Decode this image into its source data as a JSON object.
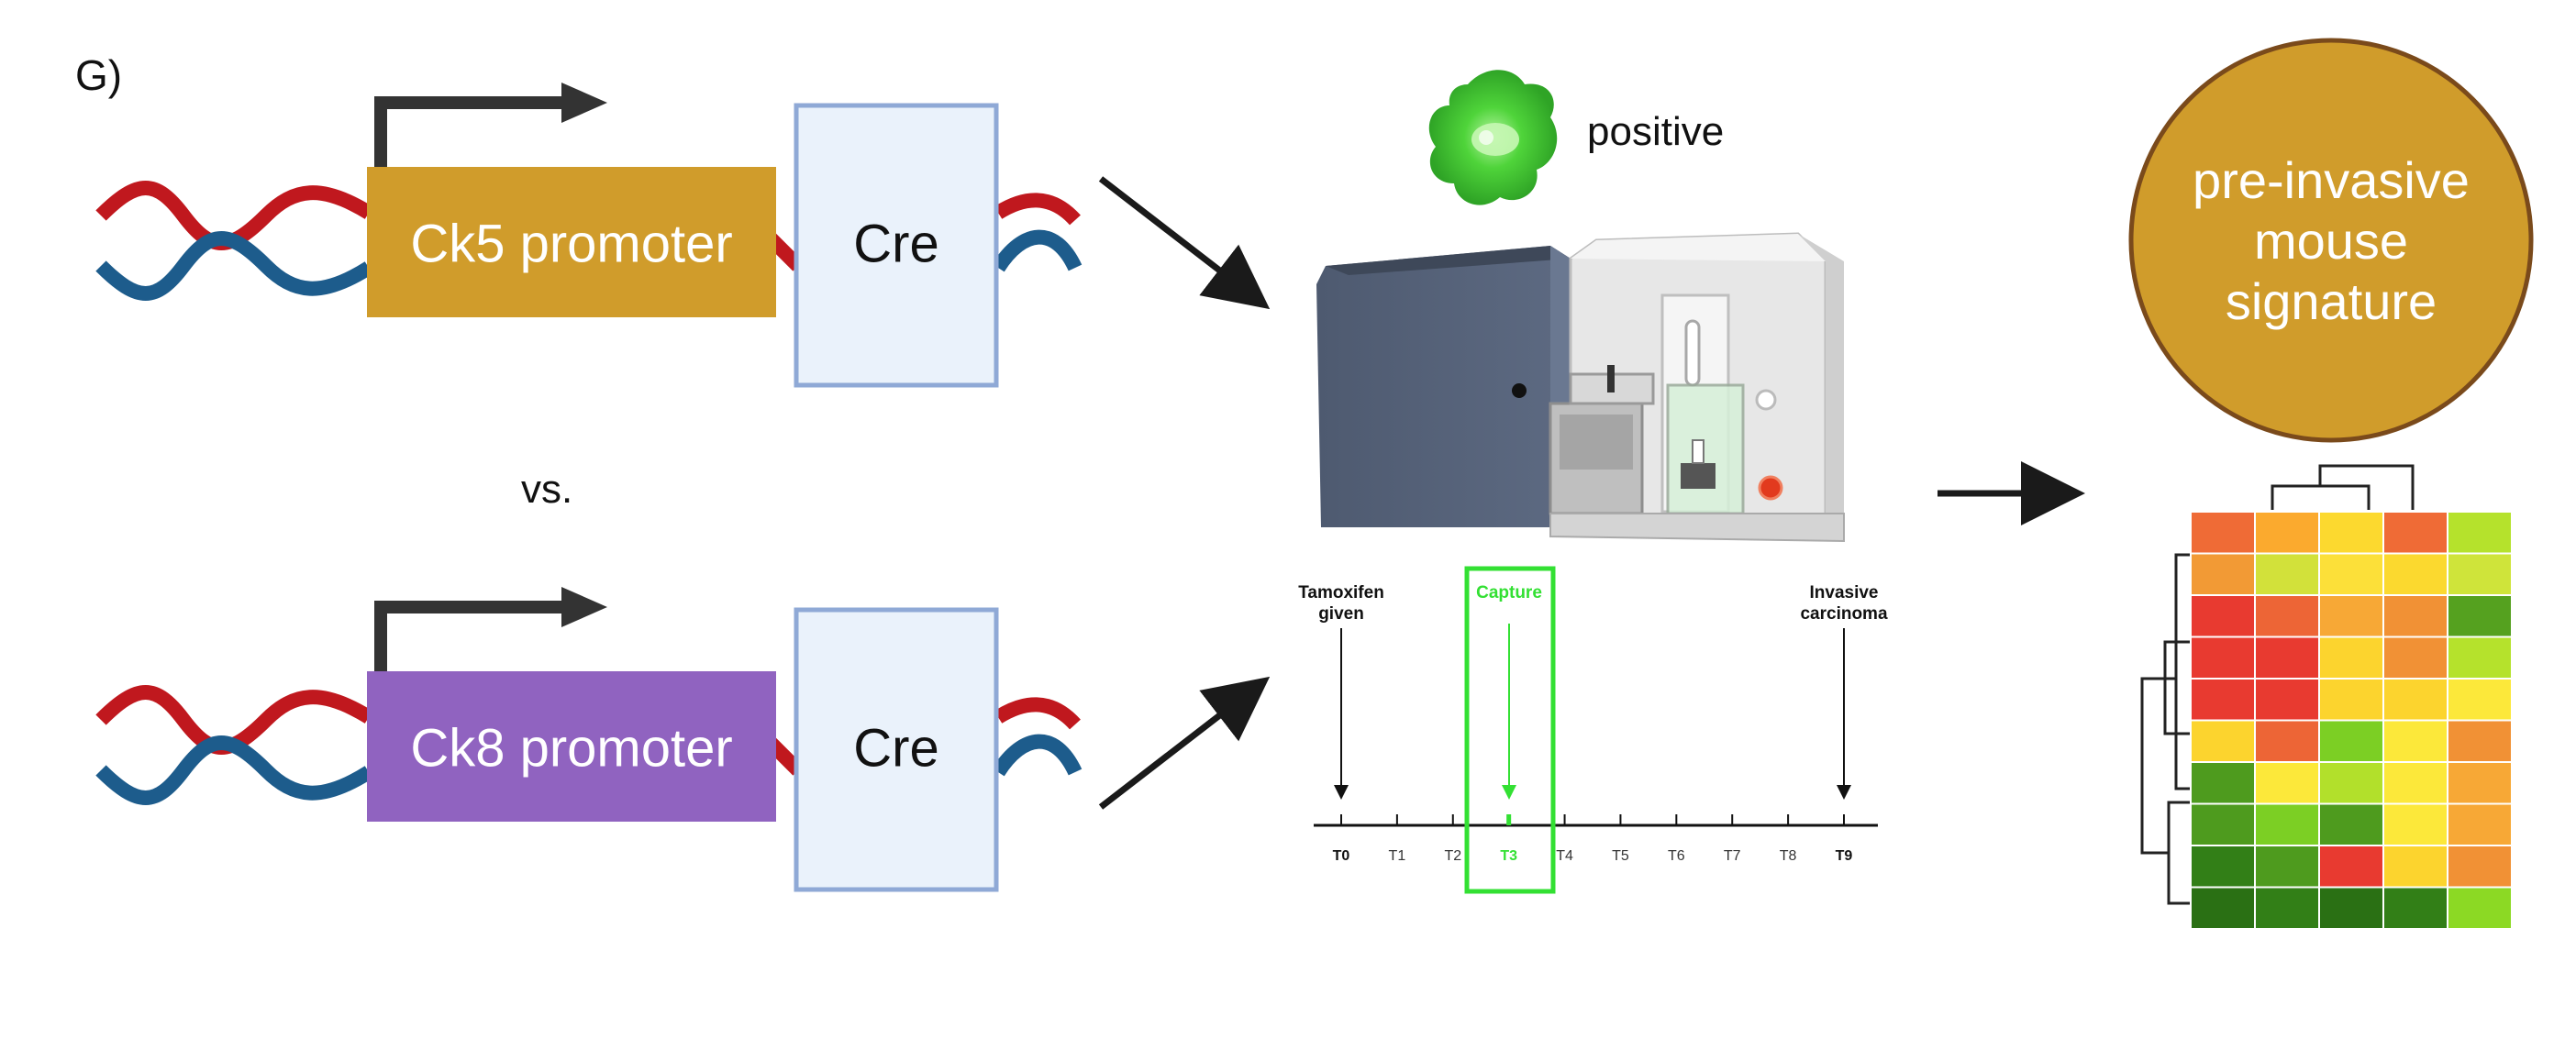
{
  "panel_label": "G)",
  "constructs": [
    {
      "promoter": "Ck5 promoter",
      "gene": "Cre",
      "promoter_color": "#D09C2B"
    },
    {
      "promoter": "Ck8 promoter",
      "gene": "Cre",
      "promoter_color": "#9063C0"
    }
  ],
  "vs_label": "vs.",
  "cell_sorter": {
    "stain_label": "positive"
  },
  "timeline": {
    "start_label_line1": "Tamoxifen",
    "start_label_line2": "given",
    "capture_label": "Capture",
    "end_label_line1": "Invasive",
    "end_label_line2": "carcinoma",
    "ticks": [
      "T0",
      "T1",
      "T2",
      "T3",
      "T4",
      "T5",
      "T6",
      "T7",
      "T8",
      "T9"
    ],
    "bold_ticks": [
      "T0",
      "T9"
    ],
    "capture_tick": "T3"
  },
  "signature": {
    "line1": "pre-invasive",
    "line2": "mouse",
    "line3": "signature",
    "circle_color": "#D09C2B"
  },
  "colors": {
    "dna_blue": "#1D5C8C",
    "dna_red": "#C0181E",
    "cre_box_fill": "#EAF2FB",
    "cre_box_border": "#8FA9D6",
    "capture_green": "#33E033",
    "arrow": "#1a1a1a"
  },
  "heatmap": {
    "rows": [
      [
        "#EF6B36",
        "#FBAA2E",
        "#FCD92F",
        "#EF6B36",
        "#B5E22C"
      ],
      [
        "#F29A35",
        "#D2E13A",
        "#FCE039",
        "#FBD92F",
        "#CFE43A"
      ],
      [
        "#E83A30",
        "#ED6536",
        "#F7A836",
        "#F19135",
        "#55A11F"
      ],
      [
        "#E83A30",
        "#E83A30",
        "#FCD42E",
        "#F19135",
        "#B5E22C"
      ],
      [
        "#E83A30",
        "#E83A30",
        "#FCD42E",
        "#FCD42E",
        "#FCE83A"
      ],
      [
        "#FCD42E",
        "#ED6536",
        "#7CCF24",
        "#FCE83A",
        "#F19135"
      ],
      [
        "#4E9B1E",
        "#FCE83A",
        "#B2E02B",
        "#FCE83A",
        "#F7A836"
      ],
      [
        "#4E9B1E",
        "#7CCF24",
        "#4E9B1E",
        "#FCE83A",
        "#F7A836"
      ],
      [
        "#327F17",
        "#4E9B1E",
        "#E83A30",
        "#FCD42E",
        "#F19135"
      ],
      [
        "#2A7014",
        "#327F17",
        "#2A7014",
        "#327F17",
        "#8CD924"
      ]
    ]
  }
}
